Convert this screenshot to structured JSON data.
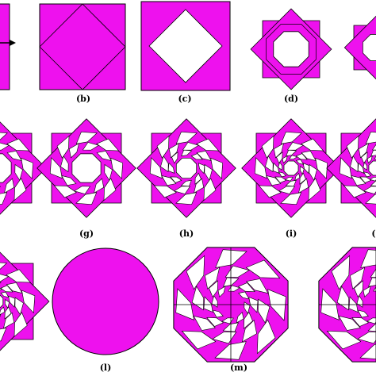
{
  "figure": {
    "fill_color": "#ee11ee",
    "stroke_color": "#000000",
    "background": "#ffffff"
  },
  "panels": [
    {
      "id": "a_partial",
      "label": "",
      "shape": "square-with-arrow"
    },
    {
      "id": "b",
      "label": "(b)",
      "shape": "square-inscribed-diamond"
    },
    {
      "id": "c",
      "label": "(c)",
      "shape": "square-diamond-hole"
    },
    {
      "id": "d",
      "label": "(d)",
      "shape": "star-octagon-1"
    },
    {
      "id": "e_partial",
      "label": "",
      "shape": "star-partial"
    },
    {
      "id": "f_partial",
      "label": "",
      "shape": "star-partial"
    },
    {
      "id": "g",
      "label": "(g)",
      "shape": "star-nested-2"
    },
    {
      "id": "h",
      "label": "(h)",
      "shape": "star-nested-3"
    },
    {
      "id": "i",
      "label": "(i)",
      "shape": "star-nested-4"
    },
    {
      "id": "j_partial",
      "label": "(",
      "shape": "star-partial"
    },
    {
      "id": "k_partial",
      "label": "",
      "shape": "star-partial"
    },
    {
      "id": "l",
      "label": "(l)",
      "shape": "circle"
    },
    {
      "id": "m",
      "label": "(m)",
      "shape": "octagon-cross"
    },
    {
      "id": "n_partial",
      "label": "",
      "shape": "octagon-partial"
    }
  ]
}
